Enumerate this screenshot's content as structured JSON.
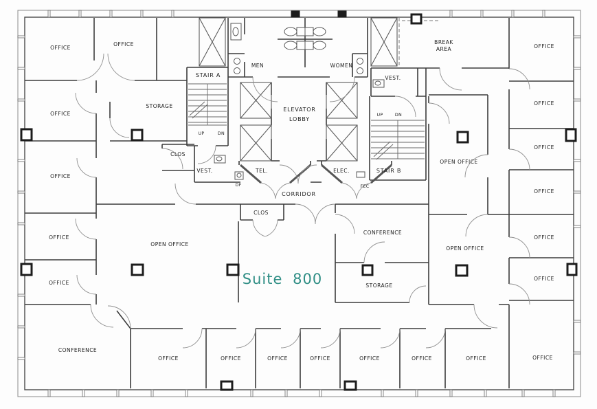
{
  "labels": {
    "office": "OFFICE",
    "open_office": "OPEN OFFICE",
    "conference": "CONFERENCE",
    "storage": "STORAGE",
    "stair_a": "STAIR A",
    "stair_b": "STAIR B",
    "elevator": "ELEVATOR",
    "lobby": "LOBBY",
    "men": "MEN",
    "women": "WOMEN",
    "break1": "BREAK",
    "break2": "AREA",
    "vest": "VEST.",
    "tel": "TEL.",
    "elec": "ELEC.",
    "corridor": "CORRIDOR",
    "clos": "CLOS",
    "up": "UP",
    "dn": "DN",
    "df": "DF",
    "fec": "FEC"
  },
  "suite": {
    "text": "Suite 800",
    "color": "#2f8e85"
  },
  "colors": {
    "wall": "#3c3c3c",
    "wall_light": "#8a8a8a",
    "shaft": "#5a5a5a",
    "column": "#1c1c1c"
  }
}
